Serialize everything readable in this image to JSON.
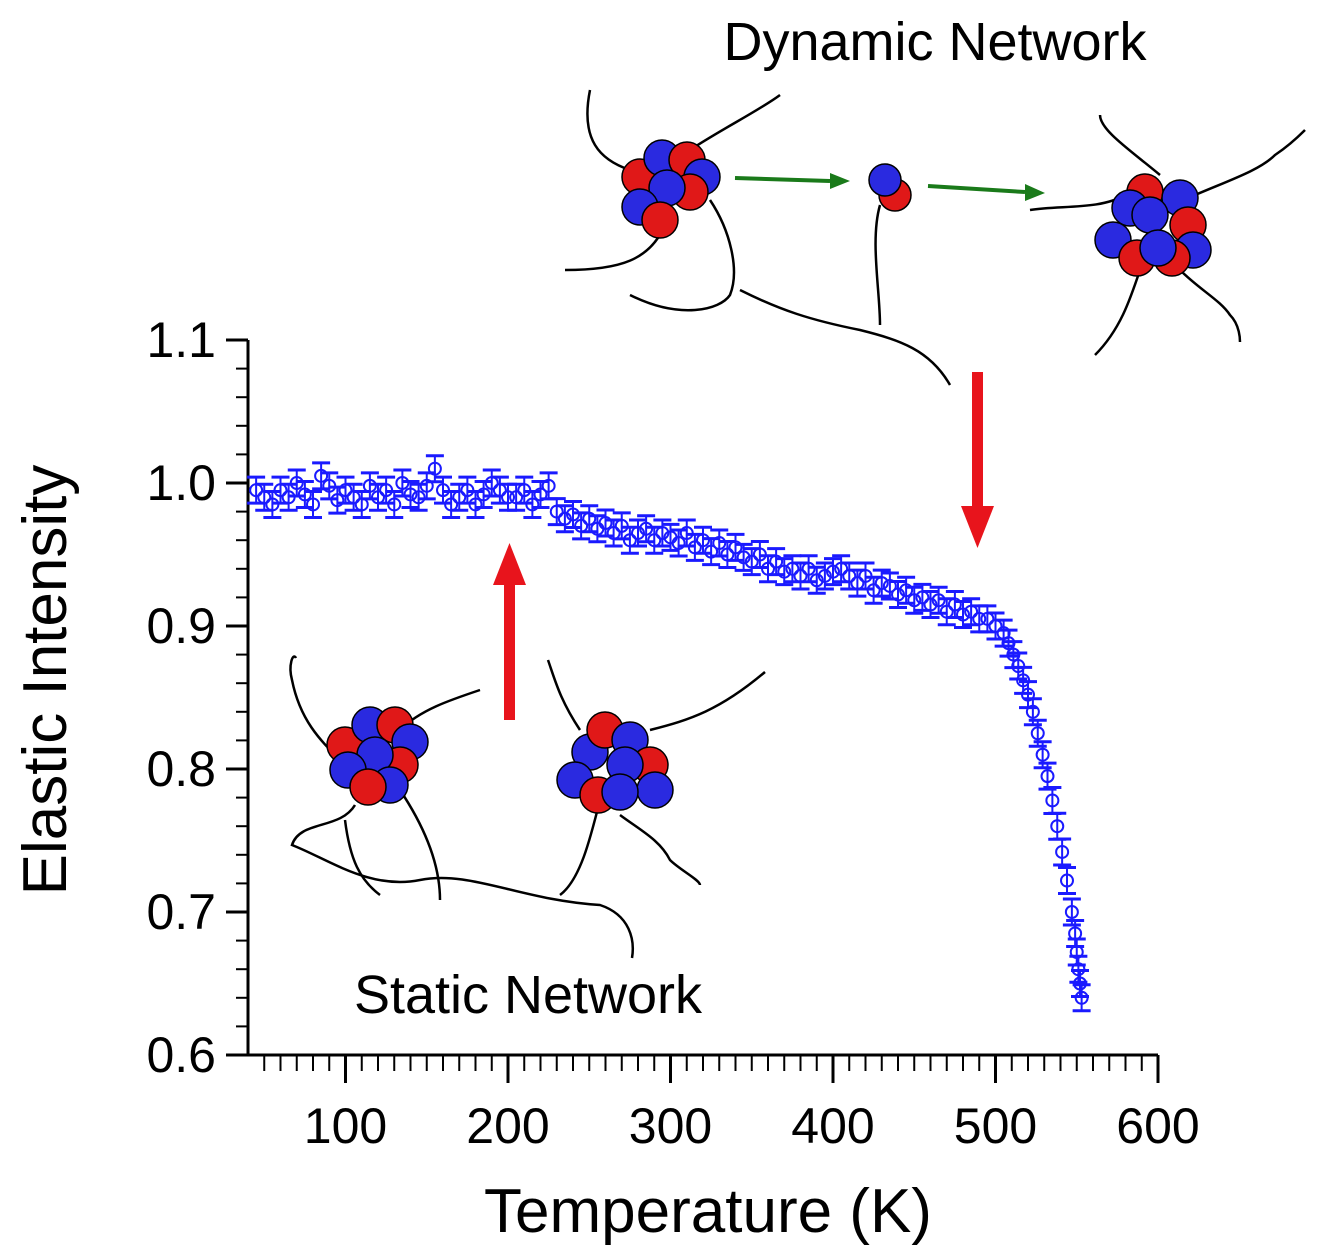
{
  "chart_data": {
    "type": "scatter",
    "title": "",
    "xlabel": "Temperature (K)",
    "ylabel": "Elastic Intensity",
    "xlim": [
      40,
      600
    ],
    "ylim": [
      0.6,
      1.1
    ],
    "x_ticks": [
      "100",
      "200",
      "300",
      "400",
      "500",
      "600"
    ],
    "y_ticks": [
      "0.6",
      "0.7",
      "0.8",
      "0.9",
      "1.0",
      "1.1"
    ],
    "grid": false,
    "series": [
      {
        "color": "#1a1aff",
        "marker": "open-circle",
        "error_bars": true,
        "points": [
          [
            45,
            0.995
          ],
          [
            50,
            0.99
          ],
          [
            55,
            0.985
          ],
          [
            60,
            0.995
          ],
          [
            65,
            0.99
          ],
          [
            70,
            1.0
          ],
          [
            75,
            0.992
          ],
          [
            80,
            0.985
          ],
          [
            85,
            1.005
          ],
          [
            90,
            0.998
          ],
          [
            95,
            0.988
          ],
          [
            100,
            0.995
          ],
          [
            105,
            0.99
          ],
          [
            110,
            0.985
          ],
          [
            115,
            0.998
          ],
          [
            120,
            0.99
          ],
          [
            125,
            0.995
          ],
          [
            130,
            0.985
          ],
          [
            135,
            1.0
          ],
          [
            140,
            0.992
          ],
          [
            145,
            0.99
          ],
          [
            150,
            0.998
          ],
          [
            155,
            1.01
          ],
          [
            160,
            0.995
          ],
          [
            165,
            0.985
          ],
          [
            170,
            0.99
          ],
          [
            175,
            0.995
          ],
          [
            180,
            0.985
          ],
          [
            185,
            0.992
          ],
          [
            190,
            1.0
          ],
          [
            195,
            0.995
          ],
          [
            200,
            0.99
          ],
          [
            205,
            0.99
          ],
          [
            210,
            0.995
          ],
          [
            215,
            0.985
          ],
          [
            220,
            0.992
          ],
          [
            225,
            0.998
          ],
          [
            230,
            0.98
          ],
          [
            235,
            0.975
          ],
          [
            240,
            0.978
          ],
          [
            245,
            0.97
          ],
          [
            250,
            0.975
          ],
          [
            255,
            0.968
          ],
          [
            260,
            0.972
          ],
          [
            265,
            0.965
          ],
          [
            270,
            0.97
          ],
          [
            275,
            0.96
          ],
          [
            280,
            0.965
          ],
          [
            285,
            0.968
          ],
          [
            290,
            0.96
          ],
          [
            295,
            0.965
          ],
          [
            300,
            0.962
          ],
          [
            305,
            0.958
          ],
          [
            310,
            0.965
          ],
          [
            315,
            0.955
          ],
          [
            320,
            0.96
          ],
          [
            325,
            0.952
          ],
          [
            330,
            0.958
          ],
          [
            335,
            0.95
          ],
          [
            340,
            0.955
          ],
          [
            345,
            0.948
          ],
          [
            350,
            0.945
          ],
          [
            355,
            0.95
          ],
          [
            360,
            0.94
          ],
          [
            365,
            0.945
          ],
          [
            370,
            0.938
          ],
          [
            375,
            0.94
          ],
          [
            380,
            0.935
          ],
          [
            385,
            0.94
          ],
          [
            390,
            0.932
          ],
          [
            395,
            0.935
          ],
          [
            400,
            0.938
          ],
          [
            405,
            0.94
          ],
          [
            410,
            0.935
          ],
          [
            415,
            0.93
          ],
          [
            420,
            0.935
          ],
          [
            425,
            0.925
          ],
          [
            430,
            0.93
          ],
          [
            435,
            0.928
          ],
          [
            440,
            0.922
          ],
          [
            445,
            0.925
          ],
          [
            450,
            0.918
          ],
          [
            455,
            0.92
          ],
          [
            460,
            0.915
          ],
          [
            465,
            0.918
          ],
          [
            470,
            0.91
          ],
          [
            475,
            0.915
          ],
          [
            480,
            0.908
          ],
          [
            485,
            0.91
          ],
          [
            490,
            0.905
          ],
          [
            495,
            0.905
          ],
          [
            500,
            0.9
          ],
          [
            505,
            0.895
          ],
          [
            508,
            0.888
          ],
          [
            511,
            0.88
          ],
          [
            514,
            0.872
          ],
          [
            517,
            0.862
          ],
          [
            520,
            0.852
          ],
          [
            523,
            0.84
          ],
          [
            526,
            0.825
          ],
          [
            529,
            0.81
          ],
          [
            532,
            0.795
          ],
          [
            535,
            0.778
          ],
          [
            538,
            0.76
          ],
          [
            541,
            0.742
          ],
          [
            544,
            0.722
          ],
          [
            547,
            0.7
          ],
          [
            549,
            0.685
          ],
          [
            550,
            0.672
          ],
          [
            551,
            0.66
          ],
          [
            552,
            0.65
          ],
          [
            553,
            0.64
          ]
        ]
      }
    ],
    "annotations": {
      "top": "Dynamic Network",
      "bottom": "Static Network"
    }
  }
}
